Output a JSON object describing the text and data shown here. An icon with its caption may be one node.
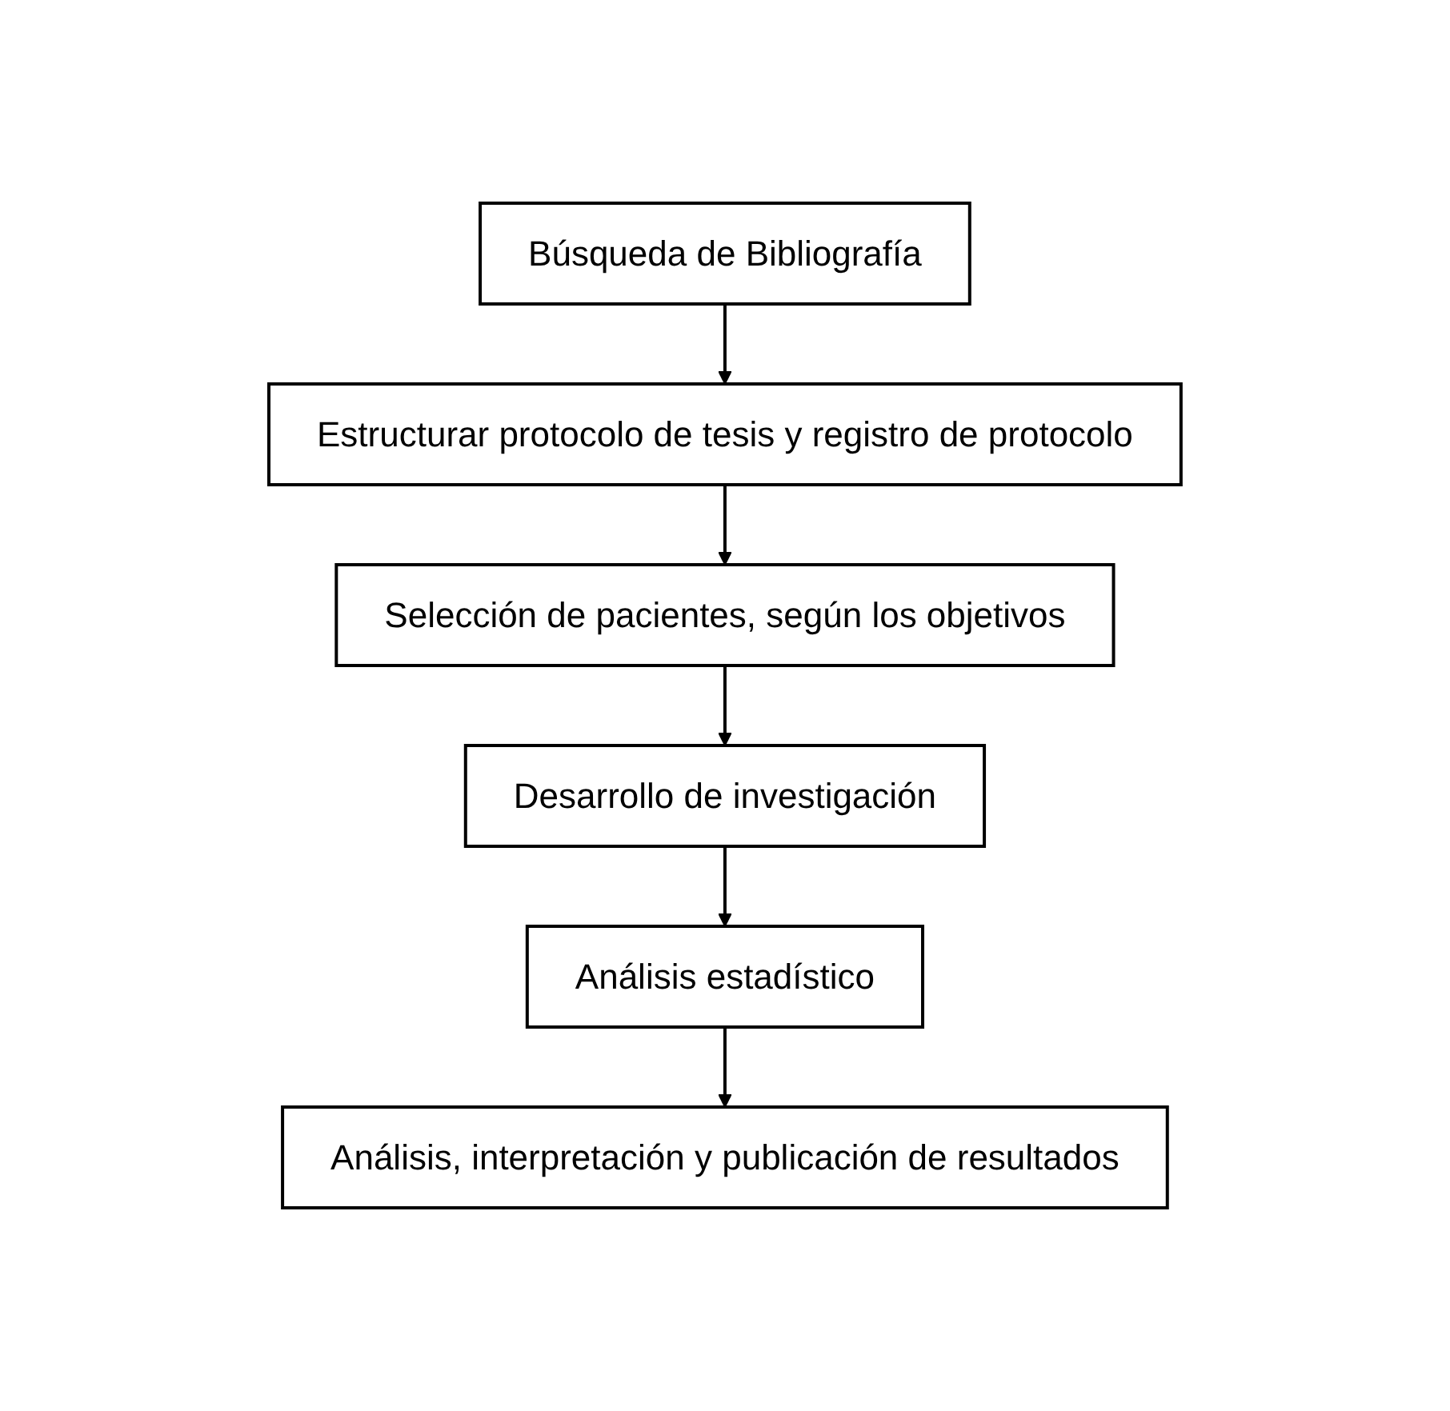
{
  "diagram": {
    "nodes": [
      {
        "text": [
          "Búsqueda de Bibliografía"
        ]
      },
      {
        "text": [
          "Estructurar protocolo de tesis y registro de protocolo"
        ]
      },
      {
        "text": [
          "Selección de pacientes, según los objetivos"
        ]
      },
      {
        "text": [
          "Desarrollo de investigación"
        ]
      },
      {
        "text": [
          "Análisis estadístico"
        ]
      },
      {
        "text": [
          "Análisis, interpretación y publicación de resultados"
        ]
      }
    ],
    "edges": [
      {
        "from": 0,
        "to": 1,
        "arrow": "to"
      },
      {
        "from": 1,
        "to": 2,
        "arrow": "to"
      },
      {
        "from": 2,
        "to": 3,
        "arrow": "to"
      },
      {
        "from": 3,
        "to": 4,
        "arrow": "to"
      },
      {
        "from": 4,
        "to": 5,
        "arrow": "to"
      }
    ]
  }
}
